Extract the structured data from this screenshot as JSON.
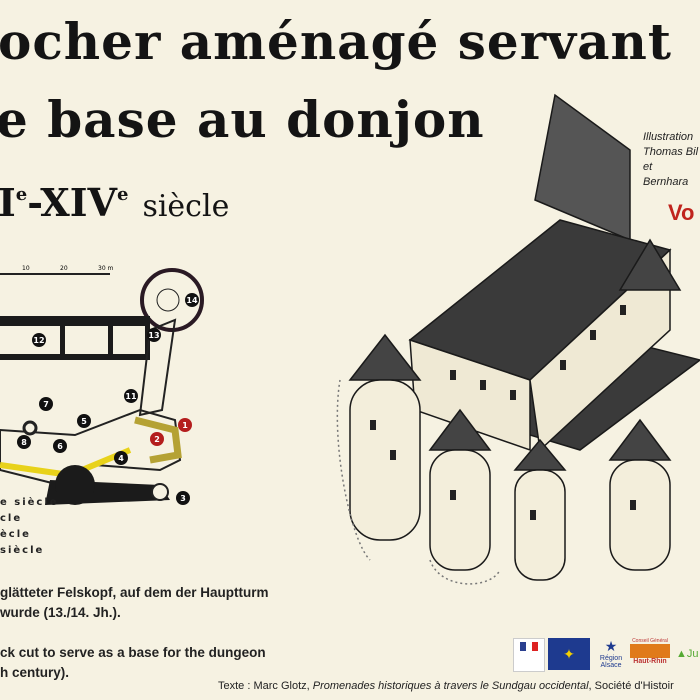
{
  "title": {
    "line1": "ocher aménagé servant",
    "line2": "e base au donjon",
    "line3_main": "I",
    "line3_sup1": "e",
    "line3_mid": "-XIV",
    "line3_sup2": "e",
    "line3_suffix": "siècle"
  },
  "credit": {
    "line1": "Illustration",
    "line2": "Thomas Bil",
    "line3": "et Bernhara"
  },
  "side_heading": "Vo",
  "plan": {
    "scale": [
      "10",
      "20",
      "30 m"
    ],
    "markers": [
      "1",
      "2",
      "3",
      "4",
      "5",
      "6",
      "7",
      "8",
      "11",
      "12",
      "13",
      "14"
    ],
    "marker_colors": {
      "red": "#b41d1d",
      "black": "#111111",
      "yellow": "#e8d21a",
      "olive": "#b5a234"
    }
  },
  "legend": [
    "e siècle",
    "cle",
    "ècle",
    "siècle"
  ],
  "german": {
    "line1": "glätteter Felskopf, auf dem der Hauptturm",
    "line2": "wurde (13./14. Jh.)."
  },
  "english": {
    "line1": "ck cut to serve as a base for the dungeon",
    "line2": "h century)."
  },
  "footer": {
    "prefix": "Texte : Marc Glotz, ",
    "italic": "Promenades historiques à travers le Sundgau occidental",
    "suffix": ", Société d'Histoir"
  },
  "logos": {
    "region": "Région Alsace",
    "conseil": "Conseil Général",
    "haut_rhin": "Haut-Rhin",
    "ju": "Ju"
  }
}
